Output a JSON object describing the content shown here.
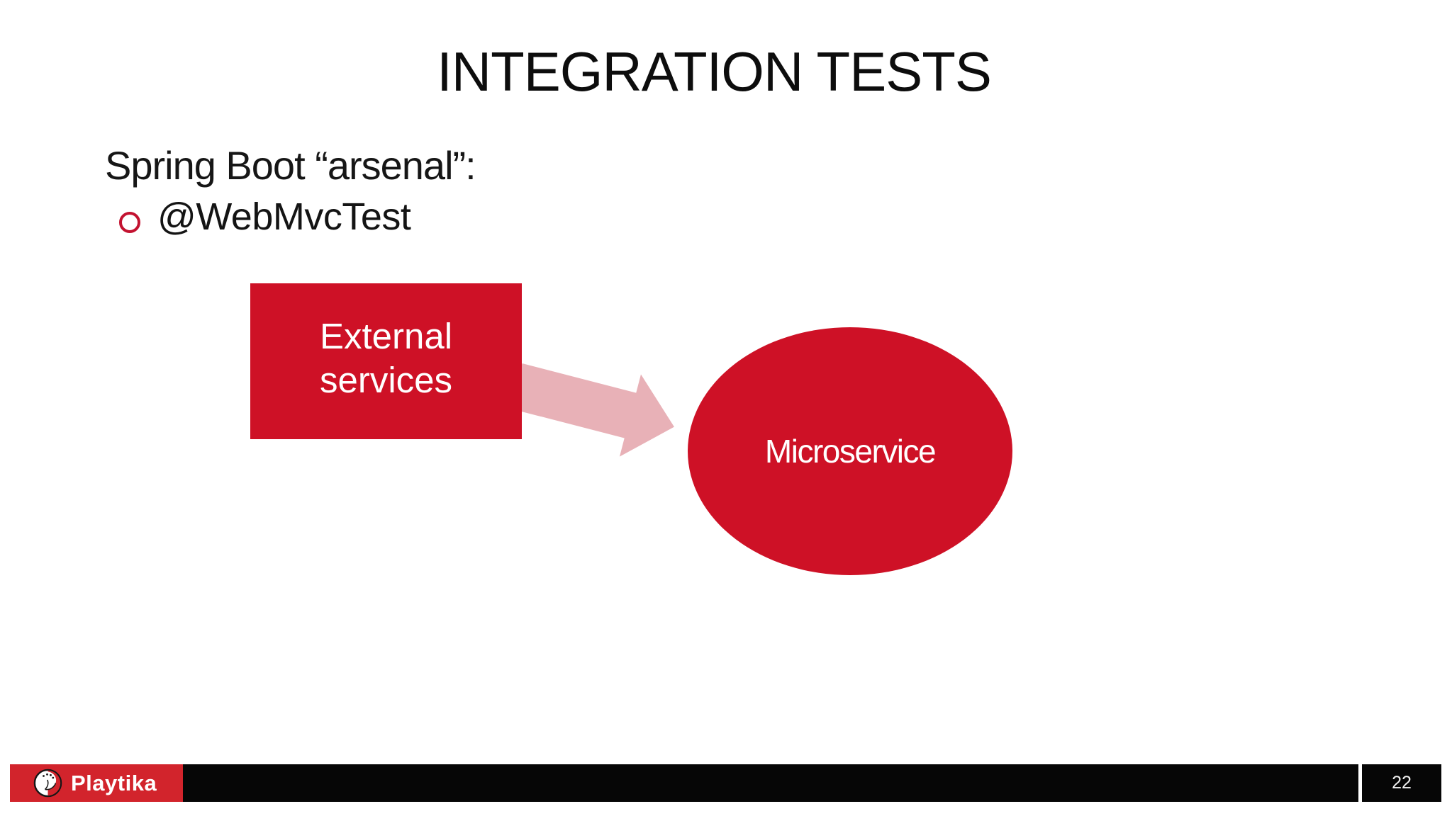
{
  "slide": {
    "title": "INTEGRATION TESTS",
    "subtitle": "Spring Boot “arsenal”:",
    "bullets": [
      {
        "label": "@WebMvcTest"
      }
    ],
    "diagram": {
      "external_box": {
        "label": "External services"
      },
      "microservice_ellipse": {
        "label": "Microservice"
      }
    }
  },
  "footer": {
    "logo_text": "Playtika",
    "page_number": "22"
  },
  "colors": {
    "shape_red": "#CE1126",
    "arrow_pink": "#E8B1B7",
    "logo_red": "#D2242C",
    "bullet_red": "#C31230",
    "footer_black": "#060606"
  }
}
